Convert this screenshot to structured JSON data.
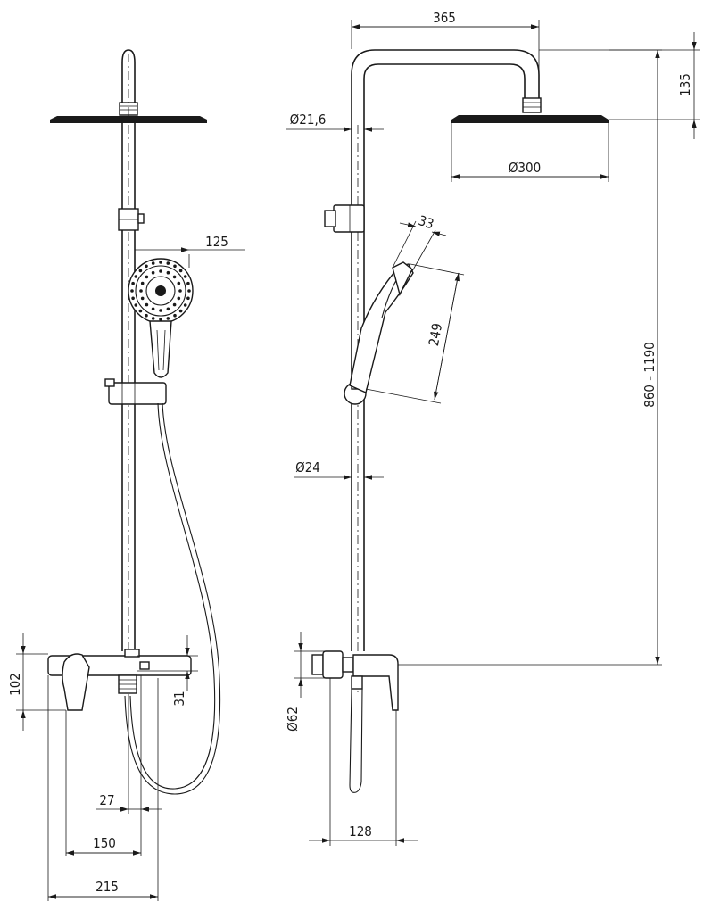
{
  "dimensions": {
    "front_hand_shower_offset": "125",
    "front_height_102": "102",
    "front_height_31": "31",
    "front_width_27": "27",
    "front_width_150": "150",
    "front_width_215": "215",
    "side_arm_length": "365",
    "side_head_drop": "135",
    "side_pipe_diameter_upper": "Ø21,6",
    "side_head_diameter": "Ø300",
    "side_hand_shower_width": "33",
    "side_hand_shower_length": "249",
    "side_pipe_diameter_lower": "Ø24",
    "side_height_range": "860 - 1190",
    "side_mixer_diameter": "Ø62",
    "side_depth": "128"
  }
}
